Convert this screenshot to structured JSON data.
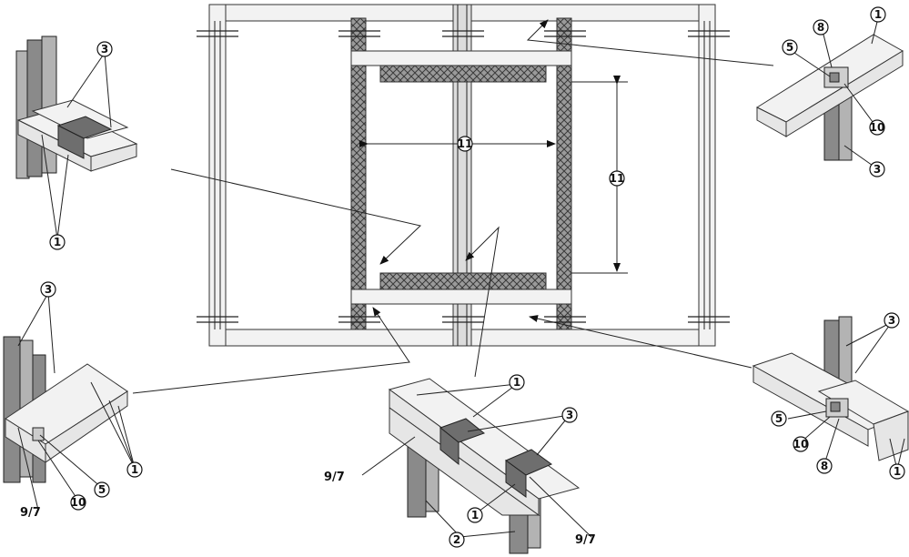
{
  "labels": {
    "n1": "1",
    "n2": "2",
    "n3": "3",
    "n5": "5",
    "n8": "8",
    "n10": "10",
    "n11": "11",
    "n9_7": "9/7"
  }
}
